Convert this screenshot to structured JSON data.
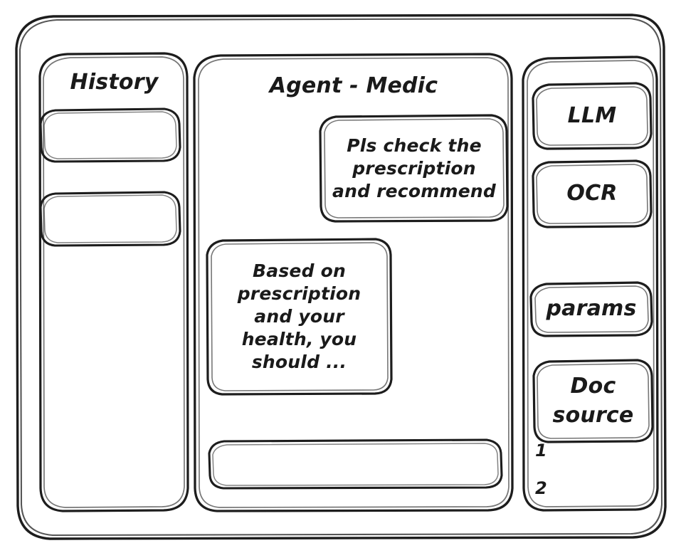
{
  "window": {
    "style": "hand-drawn-wireframe",
    "ink_color": "#1d1d1d",
    "background_color": "#ffffff"
  },
  "sidebar_left": {
    "title": "History",
    "items": [
      {
        "label": "",
        "name": "history-item-1"
      },
      {
        "label": "",
        "name": "history-item-2"
      }
    ]
  },
  "main": {
    "title": "Agent - Medic",
    "messages": [
      {
        "role": "user",
        "align": "right",
        "lines": [
          "Pls check the",
          "prescription",
          "and recommend"
        ]
      },
      {
        "role": "assistant",
        "align": "left",
        "lines": [
          "Based on",
          "prescription",
          "and your",
          "health, you",
          "should ..."
        ]
      }
    ],
    "composer": {
      "value": "",
      "placeholder": ""
    }
  },
  "sidebar_right": {
    "tools": [
      {
        "name": "llm",
        "label": "LLM"
      },
      {
        "name": "ocr",
        "label": "OCR"
      },
      {
        "name": "params",
        "label": "params"
      }
    ],
    "doc_source": {
      "lines": [
        "Doc",
        "source"
      ],
      "items": [
        "1",
        "2"
      ]
    }
  }
}
